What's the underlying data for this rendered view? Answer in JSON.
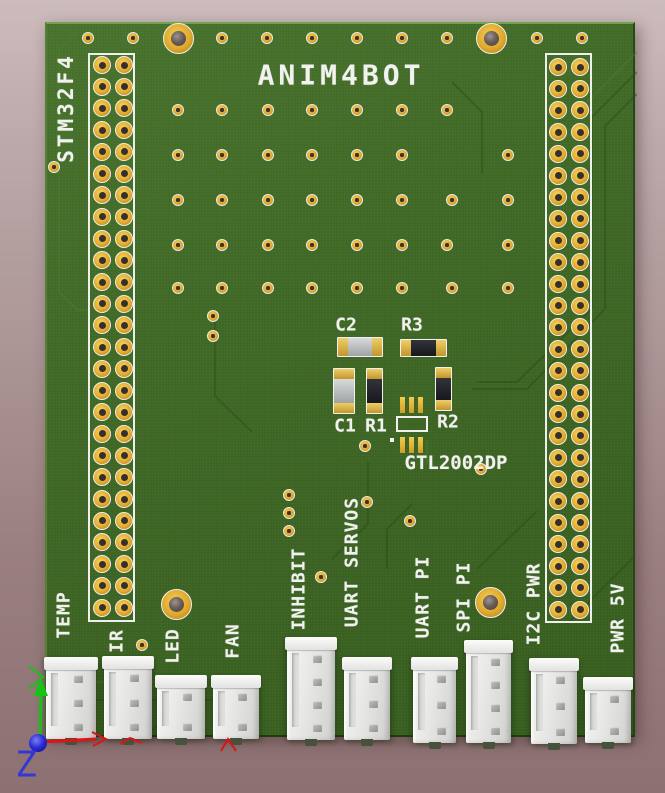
{
  "board": {
    "title": "ANIM4BOT",
    "left_header_label": "STM32F4",
    "headers": [
      {
        "name": "stm32f4-header-left",
        "rows": 26,
        "cols": 2
      },
      {
        "name": "stm32f4-header-right",
        "rows": 26,
        "cols": 2
      }
    ],
    "connectors": [
      {
        "label": "TEMP",
        "pins": 3
      },
      {
        "label": "IR",
        "pins": 3
      },
      {
        "label": "LED",
        "pins": 2
      },
      {
        "label": "FAN",
        "pins": 2
      },
      {
        "label": "INHIBIT",
        "pins": 4
      },
      {
        "label": "UART SERVOS",
        "pins": 3
      },
      {
        "label": "UART PI",
        "pins": 3
      },
      {
        "label": "SPI PI",
        "pins": 4
      },
      {
        "label": "I2C PWR",
        "pins": 3
      },
      {
        "label": "PWR 5V",
        "pins": 2
      }
    ],
    "components": [
      {
        "ref": "C2",
        "kind": "capacitor"
      },
      {
        "ref": "R3",
        "kind": "resistor"
      },
      {
        "ref": "C1",
        "kind": "capacitor"
      },
      {
        "ref": "R1",
        "kind": "resistor"
      },
      {
        "ref": "R2",
        "kind": "resistor"
      },
      {
        "ref": "GTL2002DP",
        "kind": "unpopulated-footprint"
      }
    ],
    "mounting_holes": 4,
    "colors": {
      "solder_mask_green": "#3e6625",
      "pad_gold": "#dfa830",
      "silkscreen_white": "#f1f1ef",
      "connector_plastic": "#e9e9e8"
    }
  },
  "viewport": {
    "background_top": "#cdbcbc",
    "background_bottom": "#8d7172"
  },
  "axis_indicator": {
    "z_label": "Z",
    "x_color": "#e01313",
    "y_color": "#13c413",
    "z_color": "#3436d6"
  }
}
